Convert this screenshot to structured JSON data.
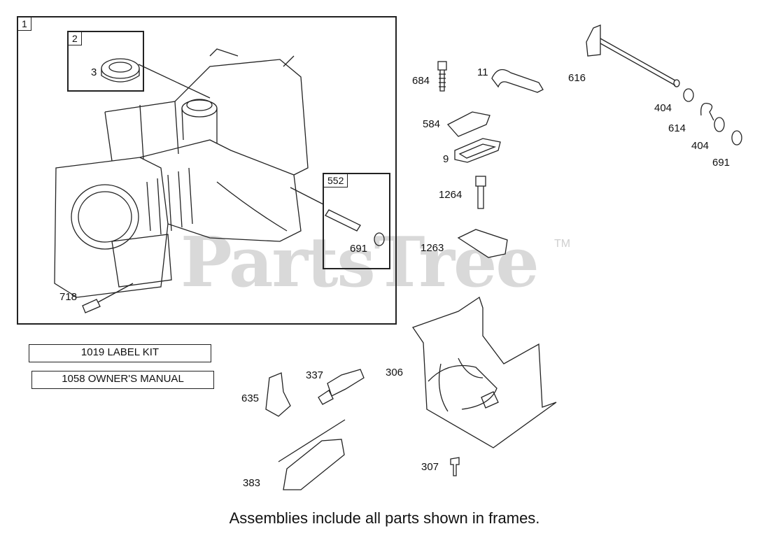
{
  "watermark": {
    "text": "PartsTree",
    "trademark": "TM"
  },
  "frames": [
    {
      "tag": "1"
    },
    {
      "tag": "2"
    },
    {
      "tag": "552"
    }
  ],
  "kits": [
    {
      "label": "1019 LABEL KIT"
    },
    {
      "label": "1058 OWNER'S MANUAL"
    }
  ],
  "callouts": {
    "c3": "3",
    "c718": "718",
    "c691a": "691",
    "c684": "684",
    "c11": "11",
    "c616": "616",
    "c584": "584",
    "c9": "9",
    "c1264": "1264",
    "c1263": "1263",
    "c404a": "404",
    "c614": "614",
    "c404b": "404",
    "c691b": "691",
    "c337": "337",
    "c306": "306",
    "c635": "635",
    "c383": "383",
    "c307": "307"
  },
  "footer": "Assemblies include all parts shown in frames."
}
